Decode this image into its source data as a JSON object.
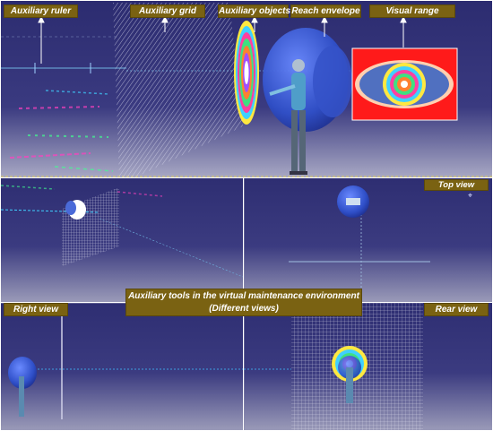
{
  "labels": {
    "auxiliary_ruler": "Auxiliary ruler",
    "auxiliary_grid": "Auxiliary grid",
    "auxiliary_objects": "Auxiliary objects",
    "reach_envelope": "Reach envelope",
    "visual_range": "Visual range",
    "top_view": "Top view",
    "right_view": "Right view",
    "rear_view": "Rear view"
  },
  "caption": {
    "line1": "Auxiliary tools in the virtual maintenance environment",
    "line2": "(Different views)"
  },
  "colors": {
    "label_bg": "#7a6212",
    "label_text": "#ffffff",
    "viewport_bg": "#34347a",
    "envelope": "#3a5ad0",
    "visual_range_bg": "#ff1a1a",
    "pointer": "#ffffff"
  },
  "rings": [
    "#e8e840",
    "#40c0ff",
    "#ff40a0",
    "#40e080",
    "#ff8030",
    "#a050ff",
    "#30e0e0",
    "#ffffff"
  ]
}
